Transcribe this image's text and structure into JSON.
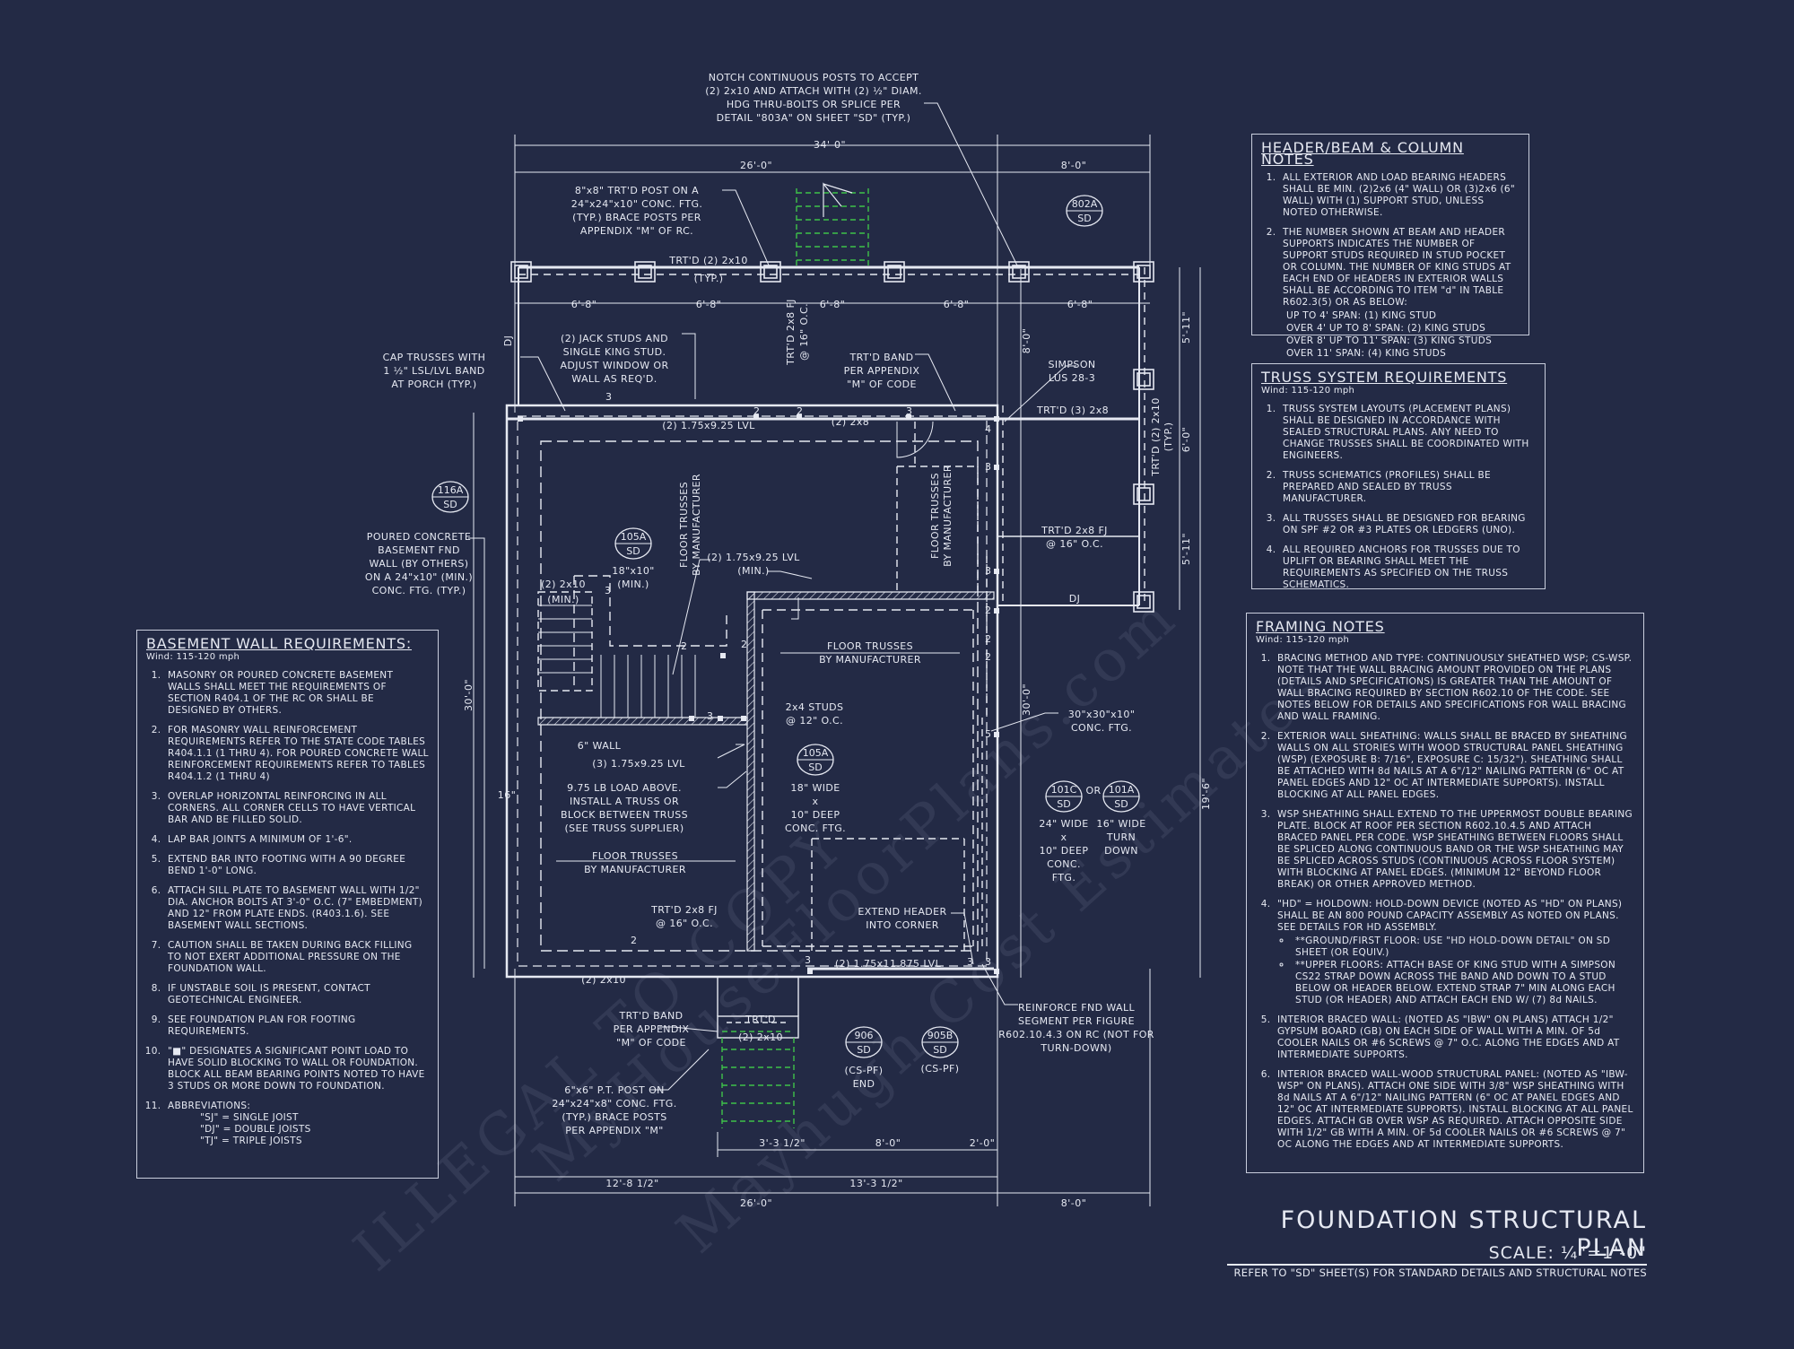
{
  "watermark": [
    "ILLEGAL TO COPY",
    "MyHouseFloorPlans.com",
    "Mayhugh Cost Estimates"
  ],
  "title_block": {
    "title": "FOUNDATION STRUCTURAL PLAN",
    "scale": "SCALE: ¼\"=1'-0\"",
    "reference": "REFER TO \"SD\" SHEET(S) FOR STANDARD DETAILS AND STRUCTURAL NOTES"
  },
  "header_notes": {
    "title": "HEADER/BEAM & COLUMN NOTES",
    "items": [
      "ALL EXTERIOR AND LOAD BEARING HEADERS SHALL BE MIN. (2)2x6 (4\" WALL) OR (3)2x6 (6\" WALL) WITH (1) SUPPORT STUD, UNLESS NOTED OTHERWISE.",
      "THE NUMBER SHOWN AT BEAM AND HEADER SUPPORTS INDICATES THE NUMBER OF SUPPORT STUDS REQUIRED IN STUD POCKET OR COLUMN. THE NUMBER OF KING STUDS AT EACH END OF HEADERS IN EXTERIOR WALLS SHALL BE ACCORDING TO ITEM \"d\" IN TABLE R602.3(5) OR AS BELOW:"
    ],
    "spans": [
      "UP TO 4' SPAN: (1) KING STUD",
      "OVER 4' UP TO 8' SPAN: (2) KING STUDS",
      "OVER 8' UP TO 11' SPAN: (3) KING STUDS",
      "OVER 11' SPAN: (4) KING STUDS"
    ]
  },
  "truss_notes": {
    "title": "TRUSS SYSTEM REQUIREMENTS",
    "wind": "Wind: 115-120 mph",
    "items": [
      "TRUSS SYSTEM LAYOUTS (PLACEMENT PLANS) SHALL BE DESIGNED IN ACCORDANCE WITH SEALED STRUCTURAL PLANS. ANY NEED TO CHANGE TRUSSES SHALL BE COORDINATED WITH ENGINEERS.",
      "TRUSS SCHEMATICS (PROFILES) SHALL BE PREPARED AND SEALED BY TRUSS MANUFACTURER.",
      "ALL TRUSSES SHALL BE DESIGNED FOR BEARING ON SPF #2 OR #3 PLATES OR LEDGERS (UNO).",
      "ALL REQUIRED ANCHORS FOR TRUSSES DUE TO UPLIFT OR BEARING SHALL MEET THE REQUIREMENTS AS SPECIFIED ON THE TRUSS SCHEMATICS."
    ]
  },
  "framing_notes": {
    "title": "FRAMING NOTES",
    "wind": "Wind: 115-120 mph",
    "items": [
      "BRACING METHOD AND TYPE: CONTINUOUSLY SHEATHED WSP; CS-WSP. NOTE THAT THE WALL BRACING AMOUNT PROVIDED ON THE PLANS (DETAILS AND SPECIFICATIONS) IS GREATER THAN THE AMOUNT OF WALL BRACING REQUIRED BY SECTION R602.10 OF THE CODE. SEE NOTES BELOW FOR DETAILS AND SPECIFICATIONS FOR WALL BRACING AND WALL FRAMING.",
      "EXTERIOR WALL SHEATHING: WALLS SHALL BE BRACED BY SHEATHING WALLS ON ALL STORIES WITH WOOD STRUCTURAL PANEL SHEATHING (WSP) (EXPOSURE B: 7/16\", EXPOSURE C: 15/32\"). SHEATHING SHALL BE ATTACHED WITH 8d NAILS AT A 6\"/12\" NAILING PATTERN (6\" OC AT PANEL EDGES AND 12\" OC AT INTERMEDIATE SUPPORTS). INSTALL BLOCKING AT ALL PANEL EDGES.",
      "WSP SHEATHING SHALL EXTEND TO THE UPPERMOST DOUBLE BEARING PLATE. BLOCK AT ROOF PER SECTION R602.10.4.5 AND ATTACH BRACED PANEL PER CODE. WSP SHEATHING BETWEEN FLOORS SHALL BE SPLICED ALONG CONTINUOUS BAND OR THE WSP SHEATHING MAY BE SPLICED ACROSS STUDS (CONTINUOUS ACROSS FLOOR SYSTEM) WITH BLOCKING AT PANEL EDGES. (MINIMUM 12\" BEYOND FLOOR BREAK) OR OTHER APPROVED METHOD.",
      "\"HD\" = HOLDOWN: HOLD-DOWN DEVICE (NOTED AS \"HD\" ON PLANS) SHALL BE AN 800 POUND CAPACITY ASSEMBLY AS NOTED ON PLANS. SEE DETAILS FOR HD ASSEMBLY.",
      "INTERIOR BRACED WALL: (NOTED AS \"IBW\" ON PLANS) ATTACH 1/2\" GYPSUM BOARD (GB) ON EACH SIDE OF WALL WITH A MIN. OF 5d COOLER NAILS OR #6 SCREWS @ 7\" O.C. ALONG THE EDGES AND AT INTERMEDIATE SUPPORTS.",
      "INTERIOR BRACED WALL-WOOD STRUCTURAL PANEL: (NOTED AS \"IBW-WSP\" ON PLANS). ATTACH ONE SIDE WITH 3/8\" WSP SHEATHING WITH 8d NAILS AT A 6\"/12\" NAILING PATTERN (6\" OC AT PANEL EDGES AND 12\" OC AT INTERMEDIATE SUPPORTS). INSTALL BLOCKING AT ALL PANEL EDGES. ATTACH GB OVER WSP AS REQUIRED. ATTACH OPPOSITE SIDE WITH 1/2\" GB WITH A MIN. OF 5d COOLER NAILS OR #6 SCREWS @ 7\" OC ALONG THE EDGES AND AT INTERMEDIATE SUPPORTS."
    ],
    "hd_bullets": [
      "**GROUND/FIRST FLOOR: USE \"HD HOLD-DOWN DETAIL\" ON SD SHEET (OR EQUIV.)",
      "**UPPER FLOORS: ATTACH BASE OF KING STUD WITH A SIMPSON CS22 STRAP DOWN ACROSS THE BAND AND DOWN TO A STUD BELOW OR HEADER BELOW. EXTEND STRAP 7\" MIN ALONG EACH STUD (OR HEADER) AND ATTACH EACH END W/ (7) 8d NAILS."
    ]
  },
  "basement_notes": {
    "title": "BASEMENT WALL REQUIREMENTS:",
    "wind": "Wind: 115-120 mph",
    "items": [
      "MASONRY OR POURED CONCRETE BASEMENT WALLS SHALL MEET THE REQUIREMENTS OF SECTION R404.1 OF THE RC OR SHALL BE DESIGNED BY OTHERS.",
      "FOR MASONRY WALL REINFORCEMENT REQUIREMENTS REFER TO THE STATE CODE TABLES R404.1.1 (1 THRU 4). FOR POURED CONCRETE WALL REINFORCEMENT REQUIREMENTS REFER TO TABLES R404.1.2 (1 THRU 4)",
      "OVERLAP HORIZONTAL REINFORCING IN ALL CORNERS. ALL CORNER CELLS TO HAVE VERTICAL BAR AND BE FILLED SOLID.",
      "LAP BAR JOINTS A MINIMUM OF 1'-6\".",
      "EXTEND BAR INTO FOOTING WITH A 90 DEGREE BEND 1'-0\" LONG.",
      "ATTACH SILL PLATE TO BASEMENT WALL WITH 1/2\" DIA. ANCHOR BOLTS AT 3'-0\" O.C. (7\" EMBEDMENT) AND 12\" FROM PLATE ENDS. (R403.1.6). SEE BASEMENT WALL SECTIONS.",
      "CAUTION SHALL BE TAKEN DURING BACK FILLING TO NOT EXERT ADDITIONAL PRESSURE ON THE FOUNDATION WALL.",
      "IF UNSTABLE SOIL IS PRESENT, CONTACT GEOTECHNICAL ENGINEER.",
      "SEE FOUNDATION PLAN FOR FOOTING REQUIREMENTS.",
      "\"■\" DESIGNATES A SIGNIFICANT POINT LOAD TO HAVE SOLID BLOCKING TO WALL OR FOUNDATION. BLOCK ALL BEAM BEARING POINTS NOTED TO HAVE 3 STUDS OR MORE DOWN TO FOUNDATION.",
      "ABBREVIATIONS:"
    ],
    "abbreviations": [
      "\"SJ\" = SINGLE JOIST",
      "\"DJ\" = DOUBLE JOISTS",
      "\"TJ\" = TRIPLE JOISTS"
    ]
  },
  "plan": {
    "dims": {
      "top_overall": "34'-0\"",
      "top_left": "26'-0\"",
      "top_right": "8'-0\"",
      "bay": "6'-8\"",
      "left_vert": "30'-0\"",
      "right_vert_a": "8'-0\"",
      "right_vert_b": "30'-0\"",
      "far_right_overall": "19'-6\"",
      "porch_a": "5'-11\"",
      "porch_b": "6'-0\"",
      "porch_c": "5'-11\"",
      "bot_left": "12'-8 1/2\"",
      "bot_mid": "13'-3 1/2\"",
      "bot_overall_left": "26'-0\"",
      "bot_overall_right": "8'-0\"",
      "stoop_a": "3'-3 1/2\"",
      "stoop_b": "8'-0\"",
      "stoop_c": "2'-0\"",
      "pocket": "16\""
    },
    "callouts": {
      "notch": [
        "NOTCH CONTINUOUS POSTS TO ACCEPT",
        "(2) 2x10 AND ATTACH WITH (2) ½\" DIAM.",
        "HDG THRU-BOLTS OR SPLICE PER",
        "DETAIL \"803A\" ON SHEET \"SD\" (TYP.)"
      ],
      "post8": [
        "8\"x8\" TRT'D POST ON A",
        "24\"x24\"x10\" CONC. FTG.",
        "(TYP.) BRACE POSTS PER",
        "APPENDIX \"M\" OF RC."
      ],
      "trtd_2x10": "TRT'D (2) 2x10",
      "typ": "(TYP.)",
      "cap": [
        "CAP TRUSSES WITH",
        "1 ½\" LSL/LVL BAND",
        "AT PORCH (TYP.)"
      ],
      "jack": [
        "(2) JACK STUDS AND",
        "SINGLE KING STUD.",
        "ADJUST WINDOW OR",
        "WALL AS REQ'D."
      ],
      "trtd_2x8_fj_v": [
        "TRT'D 2x8 FJ",
        "@ 16\" O.C."
      ],
      "band_top": [
        "TRT'D BAND",
        "PER APPENDIX",
        "\"M\" OF CODE"
      ],
      "simpson": [
        "SIMPSON",
        "LUS 28-3"
      ],
      "trtd_3_2x8": "TRT'D (3) 2x8",
      "trtd_2_2x10_v": [
        "TRT'D (2) 2x10",
        "(TYP.)"
      ],
      "trtd_2x8_fj_h": [
        "TRT'D 2x8 FJ",
        "@ 16\" O.C."
      ],
      "dj": "DJ",
      "lvl_top": "(2) 1.75x9.25 LVL",
      "two_2x8": "(2) 2x8",
      "floor_trusses_v1": [
        "FLOOR TRUSSES",
        "BY MANUFACTURER"
      ],
      "floor_trusses_v2": [
        "FLOOR TRUSSES",
        "BY MANUFACTURER"
      ],
      "poured": [
        "POURED CONCRETE",
        "BASEMENT FND",
        "WALL (BY OTHERS)",
        "ON A 24\"x10\" (MIN.)",
        "CONC. FTG. (TYP.)"
      ],
      "pocket": [
        "18\"x10\"",
        "(MIN.)"
      ],
      "lvl_mid": [
        "(2) 1.75x9.25 LVL",
        "(MIN.)"
      ],
      "two_2x10_min": [
        "(2) 2x10",
        "(MIN.)"
      ],
      "floor_trusses_h1": [
        "FLOOR TRUSSES",
        "BY MANUFACTURER"
      ],
      "floor_trusses_h2": [
        "FLOOR TRUSSES",
        "BY MANUFACTURER"
      ],
      "studs": [
        "2x4 STUDS",
        "@ 12\" O.C."
      ],
      "six_wall": "6\" WALL",
      "lvl_3": "(3) 1.75x9.25 LVL",
      "load": [
        "9.75 LB LOAD ABOVE.",
        "INSTALL A TRUSS OR",
        "BLOCK BETWEEN TRUSS",
        "(SEE TRUSS SUPPLIER)"
      ],
      "ftg_a": [
        "18\" WIDE",
        "x",
        "10\" DEEP",
        "CONC. FTG."
      ],
      "conc30": [
        "30\"x30\"x10\"",
        "CONC. FTG."
      ],
      "ftg_b": [
        "24\" WIDE",
        "x",
        "10\" DEEP",
        "CONC.",
        "FTG."
      ],
      "or": "OR",
      "turn": [
        "16\" WIDE",
        "TURN",
        "DOWN"
      ],
      "fj_lower": [
        "TRT'D 2x8 FJ",
        "@ 16\" O.C."
      ],
      "extend": [
        "EXTEND HEADER",
        "INTO CORNER"
      ],
      "lvl_bot": "(2) 1.75x11.875 LVL",
      "two_2x10_bot": "(2) 2x10",
      "band_bot": [
        "TRT'D BAND",
        "PER APPENDIX",
        "\"M\" OF CODE"
      ],
      "trtd_small": "TRT'D",
      "two_2x10_stoop": "(2) 2x10",
      "post6": [
        "6\"x6\" P.T. POST ON",
        "24\"x24\"x8\" CONC. FTG.",
        "(TYP.) BRACE POSTS",
        "PER APPENDIX \"M\""
      ],
      "cs_pf_end": [
        "(CS-PF)",
        "END"
      ],
      "cs_pf": "(CS-PF)",
      "reinforce": [
        "REINFORCE FND WALL",
        "SEGMENT PER FIGURE",
        "R602.10.4.3 ON RC (NOT FOR",
        "TURN-DOWN)"
      ],
      "tags": {
        "t802a": [
          "802A",
          "SD"
        ],
        "t116a": [
          "116A",
          "SD"
        ],
        "t105a_top": [
          "105A",
          "SD"
        ],
        "t105a_mid": [
          "105A",
          "SD"
        ],
        "t101c": [
          "101C",
          "SD"
        ],
        "t101a": [
          "101A",
          "SD"
        ],
        "t906": [
          "906",
          "SD"
        ],
        "t905b": [
          "905B",
          "SD"
        ]
      }
    },
    "stud_counts": [
      "3",
      "2",
      "2",
      "3",
      "4",
      "3",
      "3",
      "2",
      "2",
      "2",
      "5",
      "3",
      "3",
      "3",
      "2",
      "3",
      "3",
      "2",
      "2"
    ]
  },
  "colors": {
    "background": "#232a45",
    "linework": "#e6e9f2",
    "stairs_green": "#3ec24a",
    "watermark": "#7a809a"
  }
}
